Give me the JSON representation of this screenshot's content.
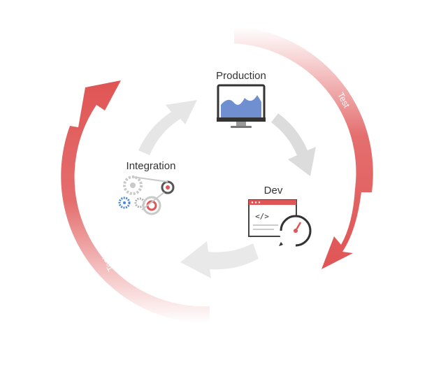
{
  "nodes": {
    "production": {
      "label": "Production"
    },
    "integration": {
      "label": "Integration"
    },
    "dev": {
      "label": "Dev"
    }
  },
  "outer_cycle": {
    "right_label": "Test",
    "left_label": "Test"
  },
  "code_glyph": "</>",
  "colors": {
    "accent_red": "#e05555",
    "inner_arrow_gray": "#dcdcdc",
    "monitor_chart_fill": "#6f8fd0",
    "gear_blue": "#4a86d8",
    "gear_gray": "#c9c9c9",
    "dark": "#333333"
  }
}
